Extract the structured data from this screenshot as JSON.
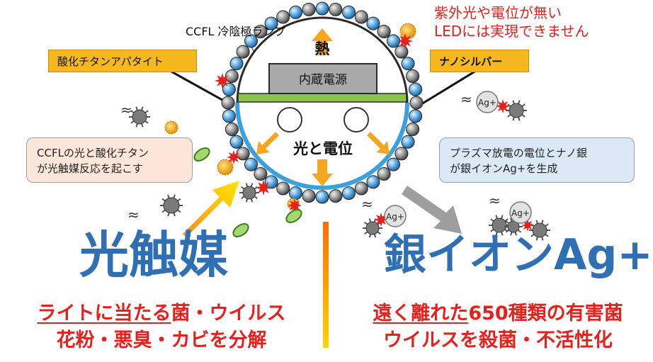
{
  "colors": {
    "accent_blue": "#2f6fb3",
    "warn_red": "#e8201c",
    "label_gold": "#f6b81f",
    "board_green": "#8bc34a",
    "arrow_orange": "#f5a623"
  },
  "labels": {
    "ccfl": "CCFL 冷陰極ランプ",
    "warning_line1": "紫外光や電位が無い",
    "warning_line2": "LEDには実現できません",
    "tag_left": "酸化チタンアパタイト",
    "tag_right": "ナノシルバー",
    "heat": "熱",
    "power": "内蔵電源",
    "light_potential": "光と電位",
    "note_left_line1": "CCFLの光と酸化チタン",
    "note_left_line2": "が光触媒反応を起こす",
    "note_right_line1": "プラズマ放電の電位とナノ銀",
    "note_right_line2": "が銀イオンAg+を生成",
    "ion": "Ag+"
  },
  "left_block": {
    "title": "光触媒",
    "line1_prefix": "ライトに当たる",
    "line1_rest": "菌・ウイルス",
    "line2": "花粉・悪臭・カビを分解"
  },
  "right_block": {
    "title": "銀イオンAg+",
    "line1_prefix": "遠く離れた",
    "line1_rest": "650種類の有害菌",
    "line2": "ウイルスを殺菌・不活性化"
  }
}
